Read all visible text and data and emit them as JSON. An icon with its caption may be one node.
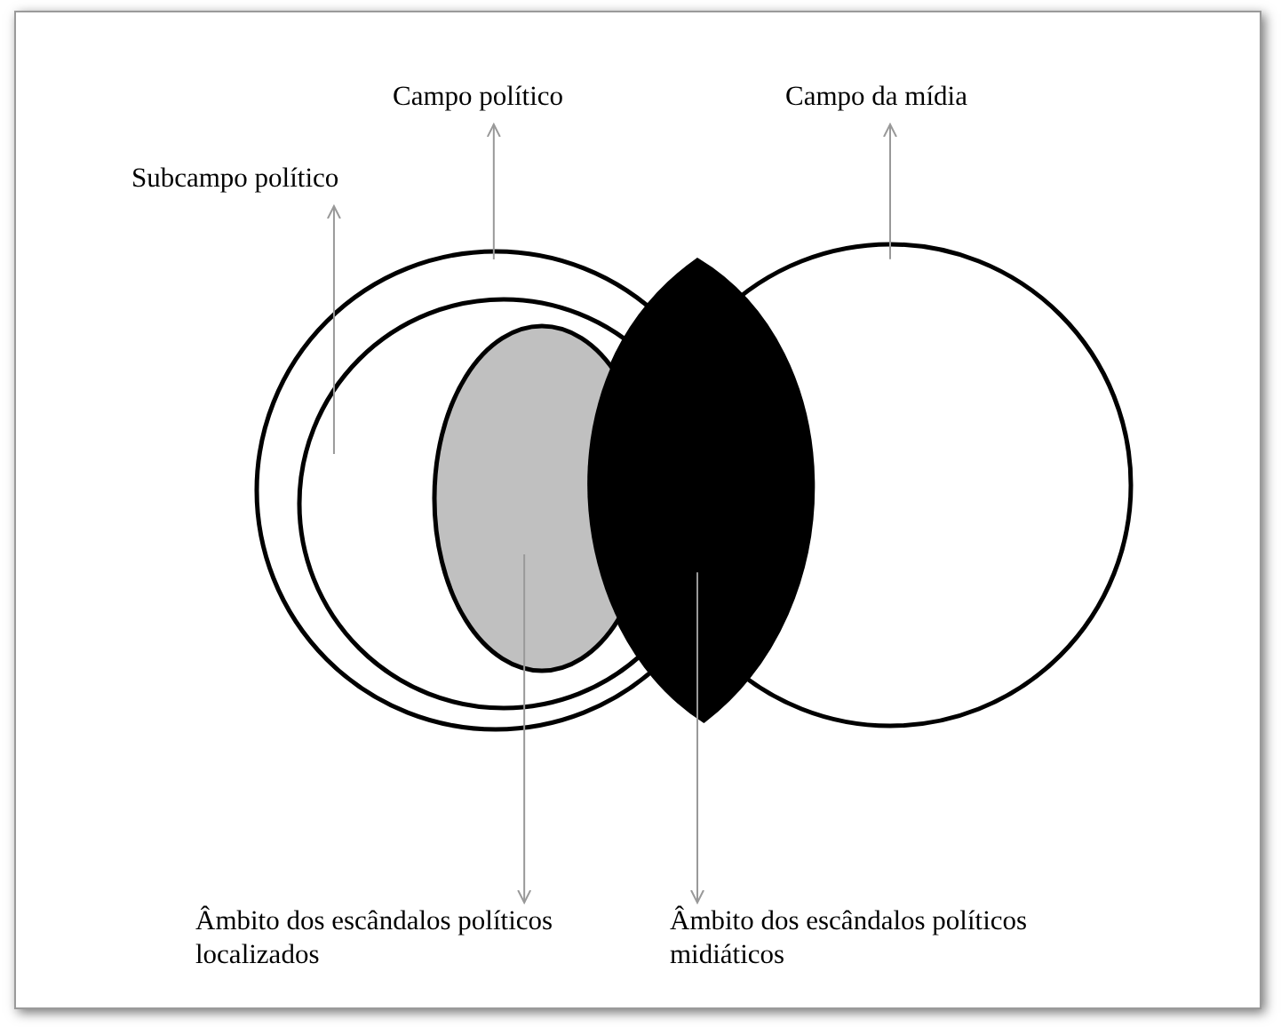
{
  "diagram": {
    "nodes": [
      {
        "text": [
          "Subcampo político"
        ]
      },
      {
        "text": [
          "Campo político"
        ]
      },
      {
        "text": [
          "Campo da mídia"
        ]
      },
      {
        "text": [],
        "shape": "circle"
      },
      {
        "text": [],
        "shape": "circle",
        "in": 3
      },
      {
        "text": [],
        "shape": "ellipse",
        "in": 4
      },
      {
        "text": [],
        "shape": "lens"
      },
      {
        "text": [],
        "shape": "circle"
      },
      {
        "text": [
          "Âmbito dos escândalos políticos localizados"
        ]
      },
      {
        "text": [
          "Âmbito dos escândalos políticos midiáticos"
        ]
      }
    ],
    "edges": [
      {
        "from": 4,
        "to": 0,
        "arrow": "to"
      },
      {
        "from": 3,
        "to": 1,
        "arrow": "to"
      },
      {
        "from": 7,
        "to": 2,
        "arrow": "to"
      },
      {
        "from": 5,
        "to": 8,
        "arrow": "to"
      },
      {
        "from": 6,
        "to": 9,
        "arrow": "to"
      }
    ]
  }
}
